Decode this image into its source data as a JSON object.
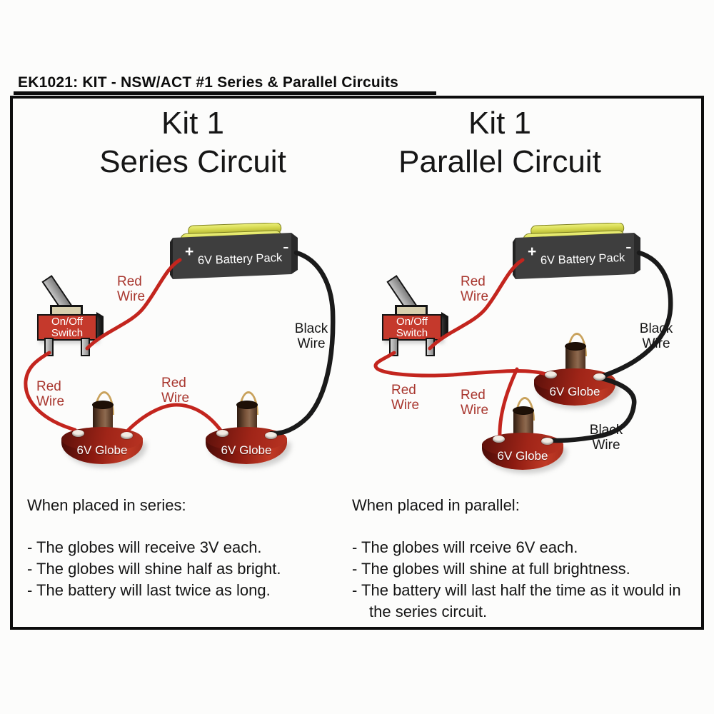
{
  "title": "EK1021: KIT - NSW/ACT #1 Series & Parallel Circuits",
  "colors": {
    "red_wire": "#c3251e",
    "black_wire": "#1a1a1a",
    "red_label": "#a8362e",
    "switch_body": "#c5392c",
    "globe_base": "#9c2015",
    "battery_body": "#3e3e3e",
    "battery_cell": "#d3d64b",
    "filament": "#c9a25c"
  },
  "series": {
    "heading1": "Kit 1",
    "heading2": "Series Circuit",
    "battery": {
      "plus": "+",
      "minus": "-",
      "label": "6V Battery Pack"
    },
    "switch": {
      "line1": "On/Off",
      "line2": "Switch"
    },
    "globe1": "6V Globe",
    "globe2": "6V Globe",
    "labels": {
      "red_top": {
        "l1": "Red",
        "l2": "Wire"
      },
      "red_left": {
        "l1": "Red",
        "l2": "Wire"
      },
      "red_mid": {
        "l1": "Red",
        "l2": "Wire"
      },
      "black": {
        "l1": "Black",
        "l2": "Wire"
      }
    },
    "notes_heading": "When placed in series:",
    "bullets": [
      "- The globes will receive 3V each.",
      "- The globes will shine half as bright.",
      "- The battery will last twice as long."
    ]
  },
  "parallel": {
    "heading1": "Kit 1",
    "heading2": "Parallel Circuit",
    "battery": {
      "plus": "+",
      "minus": "-",
      "label": "6V Battery Pack"
    },
    "switch": {
      "line1": "On/Off",
      "line2": "Switch"
    },
    "globe_upper": "6V Globe",
    "globe_lower": "6V Globe",
    "labels": {
      "red_top": {
        "l1": "Red",
        "l2": "Wire"
      },
      "red_left": {
        "l1": "Red",
        "l2": "Wire"
      },
      "red_mid": {
        "l1": "Red",
        "l2": "Wire"
      },
      "black_top": {
        "l1": "Black",
        "l2": "Wire"
      },
      "black_bot": {
        "l1": "Black",
        "l2": "Wire"
      }
    },
    "notes_heading": "When placed in parallel:",
    "bullets": [
      "- The globes will rceive 6V each.",
      "- The globes will shine at full brightness.",
      "- The battery will last half the time as it would in the series circuit."
    ]
  }
}
